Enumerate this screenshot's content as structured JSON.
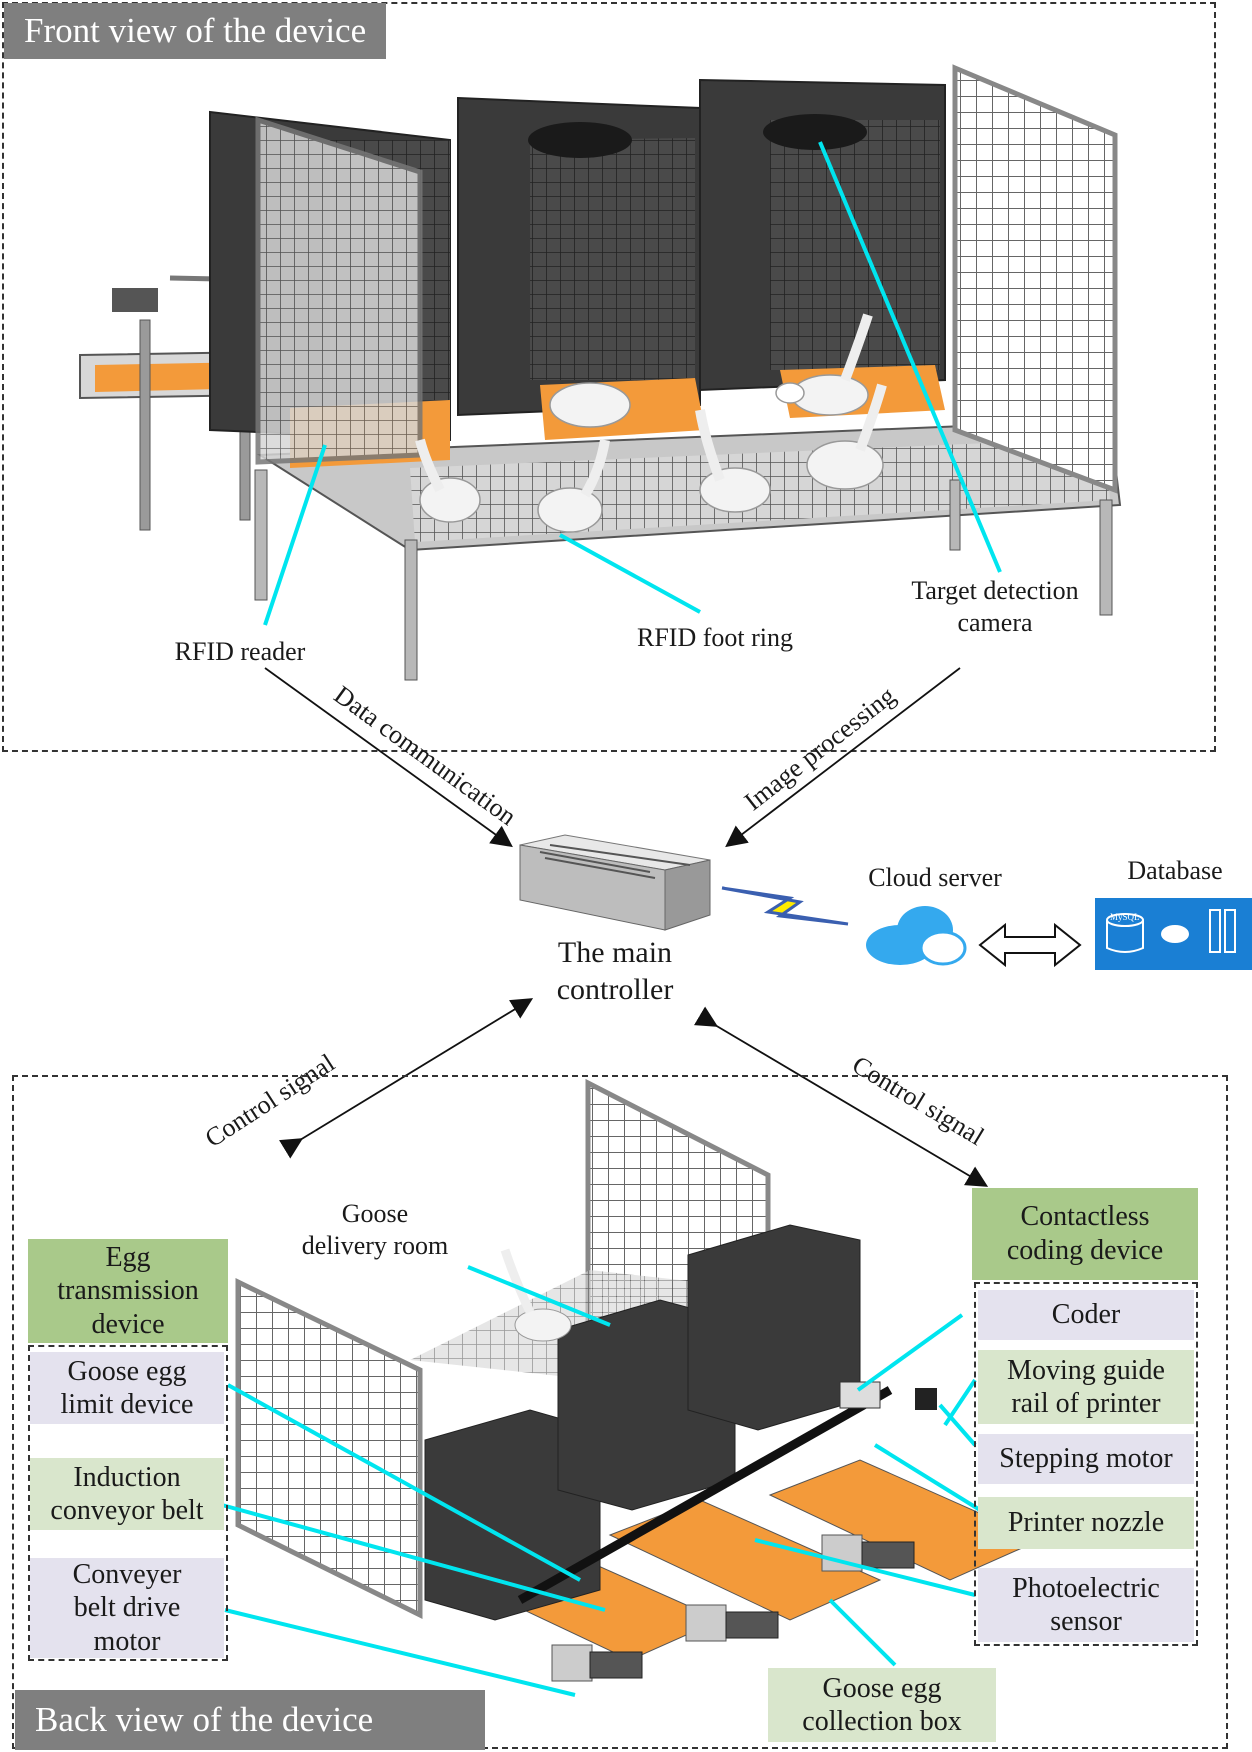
{
  "front_panel": {
    "title": "Front view of the device",
    "labels": {
      "rfid_reader": "RFID reader",
      "rfid_foot_ring": "RFID foot ring",
      "camera_line1": "Target detection",
      "camera_line2": "camera"
    }
  },
  "connections": {
    "data_communication": "Data communication",
    "image_processing": "Image processing",
    "control_signal_left": "Control signal",
    "control_signal_right": "Control signal"
  },
  "controller": {
    "line1": "The main",
    "line2": "controller"
  },
  "cloud": {
    "label": "Cloud server",
    "database_label": "Database",
    "db_text": "MySQL"
  },
  "back_panel": {
    "title": "Back view of the device",
    "goose_room_line1": "Goose",
    "goose_room_line2": "delivery room",
    "egg_transmission": {
      "header_line1": "Egg",
      "header_line2": "transmission",
      "header_line3": "device",
      "items": [
        {
          "line1": "Goose egg",
          "line2": "limit device",
          "line3": ""
        },
        {
          "line1": "Induction",
          "line2": "conveyor belt",
          "line3": ""
        },
        {
          "line1": "Conveyer",
          "line2": "belt drive",
          "line3": "motor"
        }
      ]
    },
    "coding_device": {
      "header_line1": "Contactless",
      "header_line2": "coding device",
      "items": [
        {
          "line1": "Coder",
          "line2": ""
        },
        {
          "line1": "Moving guide",
          "line2": "rail of printer"
        },
        {
          "line1": "Stepping motor",
          "line2": ""
        },
        {
          "line1": "Printer nozzle",
          "line2": ""
        },
        {
          "line1": "Photoelectric",
          "line2": "sensor"
        }
      ]
    },
    "collection_box_line1": "Goose egg",
    "collection_box_line2": "collection box"
  },
  "colors": {
    "cyan_leader": "#00e5ef",
    "panel_header": "#7f7f7f",
    "green_header": "#a9c98a",
    "light_green": "#d9e6cc",
    "lavender": "#e4e2ee",
    "belt_orange": "#f39a3a",
    "cabinet_dark": "#2f2f2f",
    "database_blue": "#1a7fd4"
  }
}
